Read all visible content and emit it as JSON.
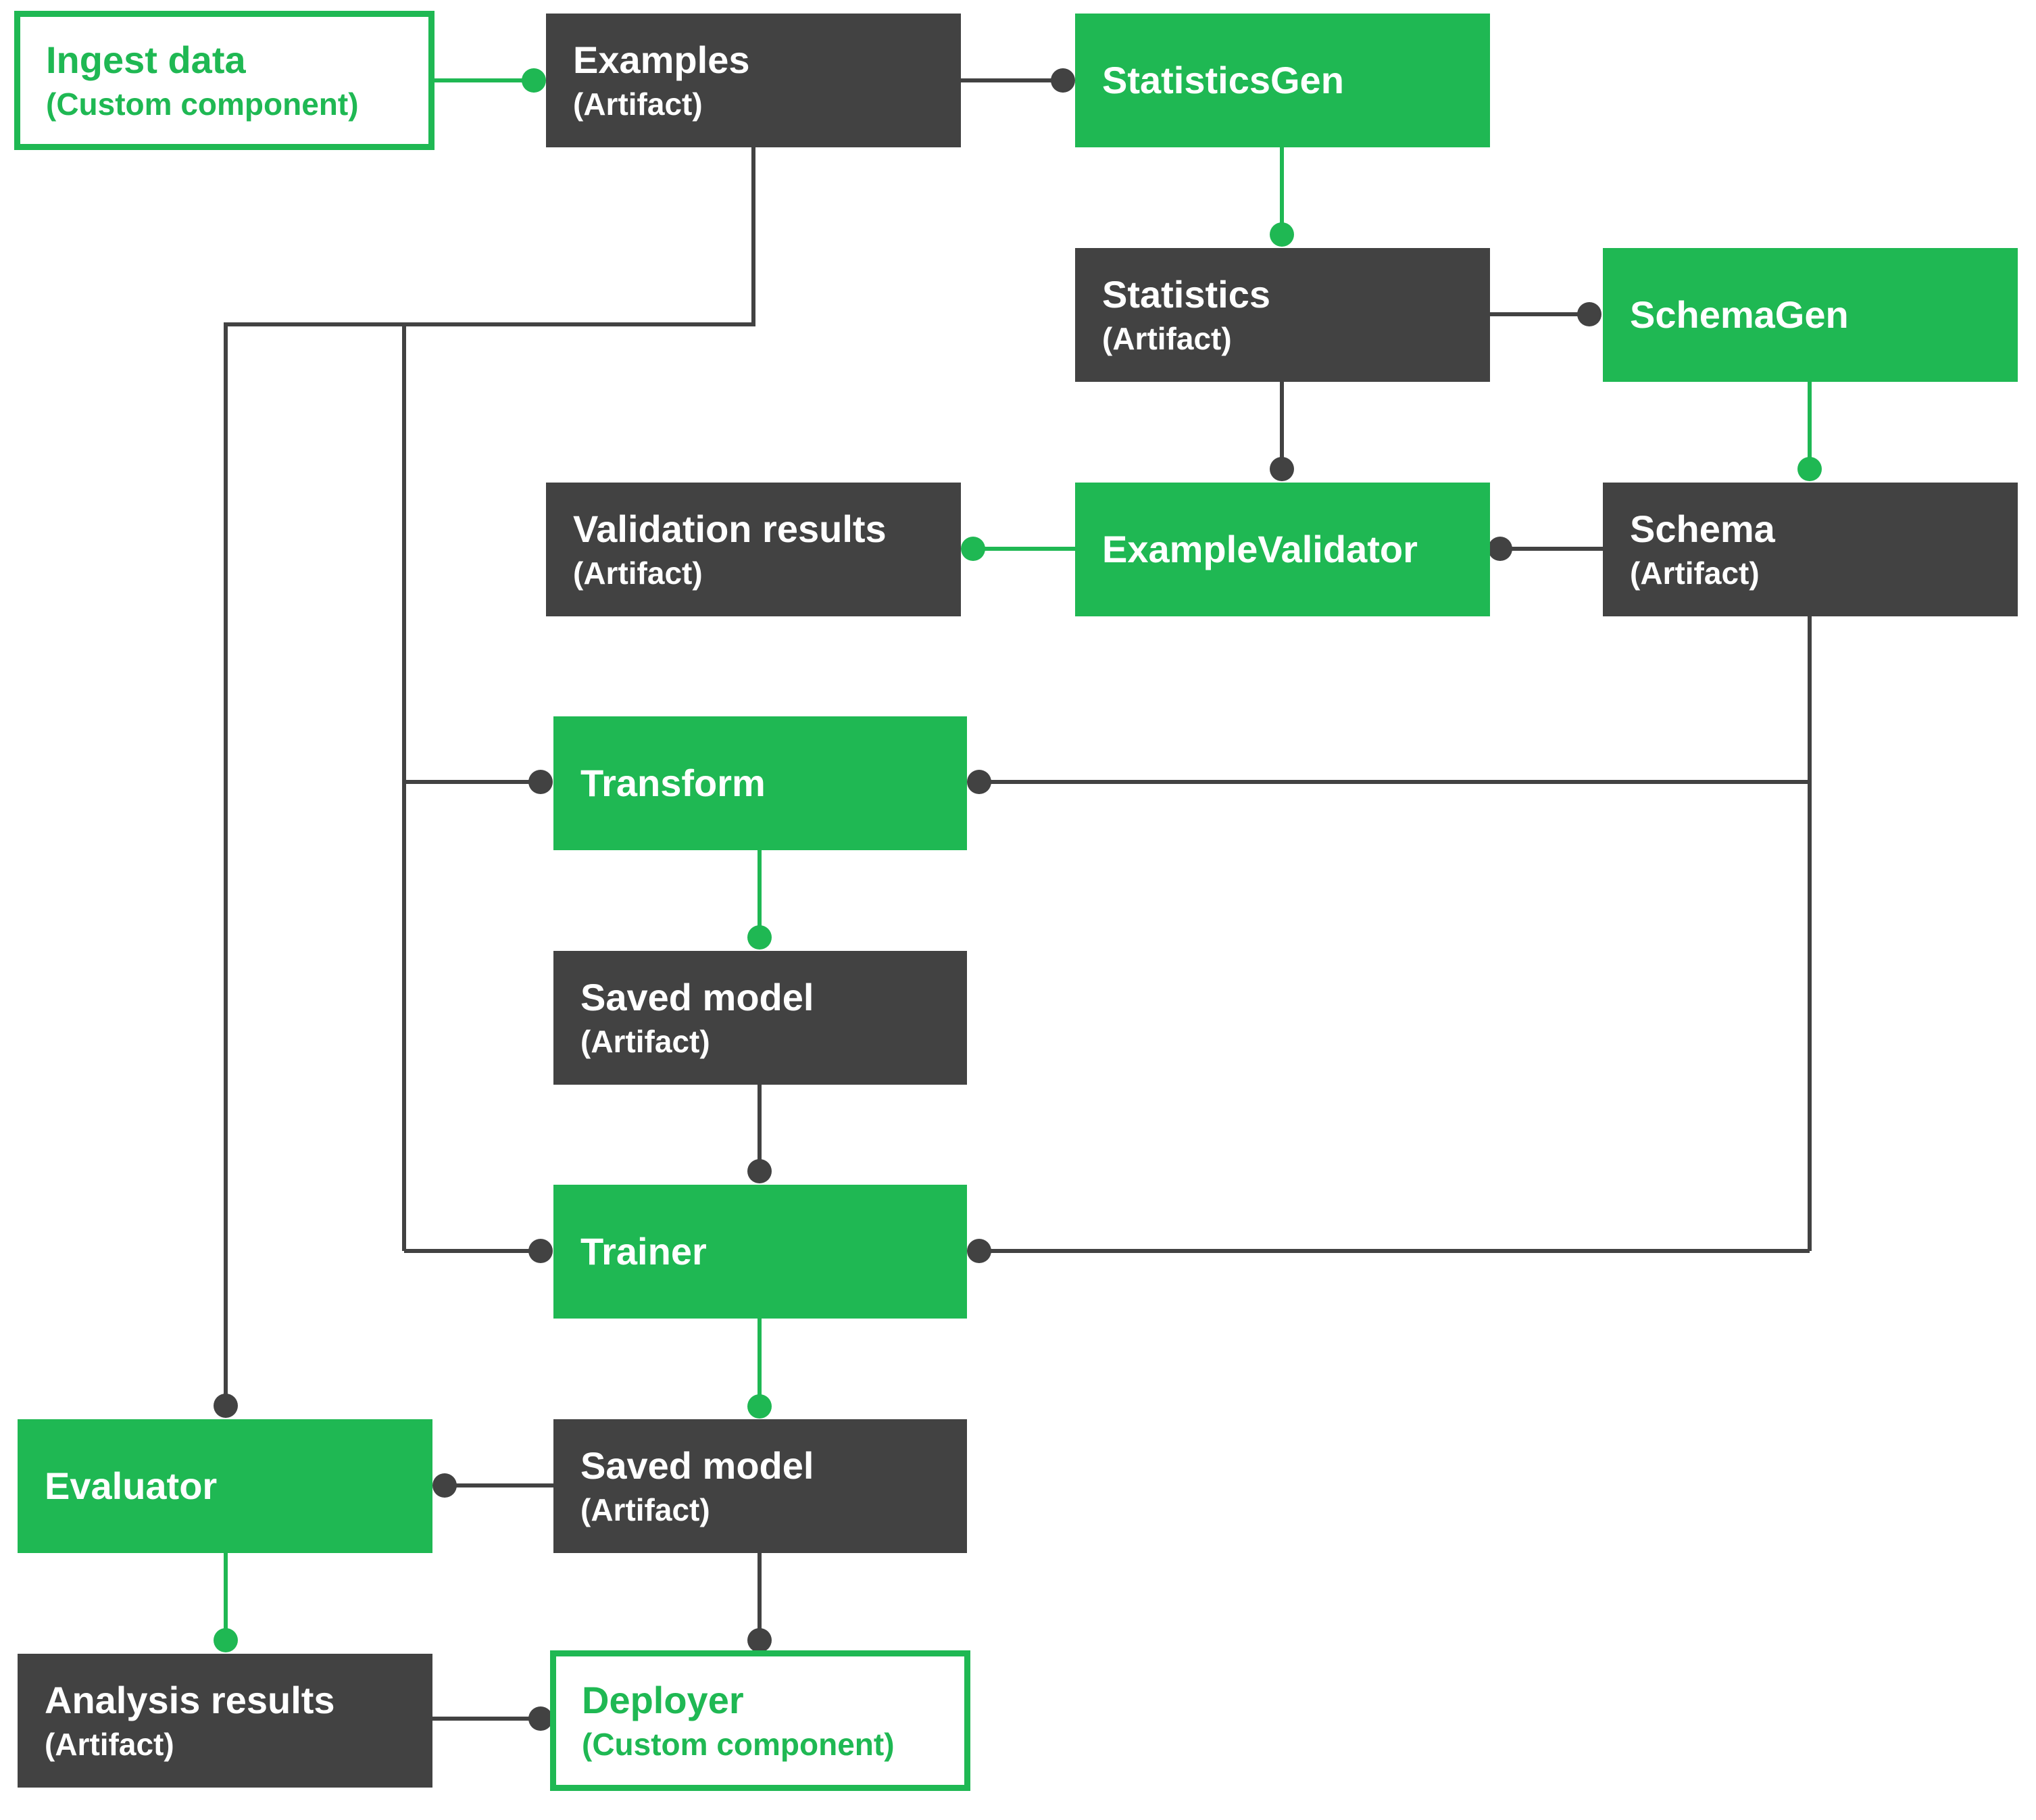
{
  "colors": {
    "green": "#1fb853",
    "dark": "#424242",
    "white": "#ffffff"
  },
  "nodes": {
    "ingest": {
      "title": "Ingest data",
      "sub": "(Custom component)"
    },
    "examples": {
      "title": "Examples",
      "sub": "(Artifact)"
    },
    "statisticsgen": {
      "title": "StatisticsGen"
    },
    "statistics": {
      "title": "Statistics",
      "sub": "(Artifact)"
    },
    "schemagen": {
      "title": "SchemaGen"
    },
    "validation": {
      "title": "Validation results",
      "sub": "(Artifact)"
    },
    "examplevalidator": {
      "title": "ExampleValidator"
    },
    "schema": {
      "title": "Schema",
      "sub": "(Artifact)"
    },
    "transform": {
      "title": "Transform"
    },
    "savedmodel1": {
      "title": "Saved model",
      "sub": "(Artifact)"
    },
    "trainer": {
      "title": "Trainer"
    },
    "evaluator": {
      "title": "Evaluator"
    },
    "savedmodel2": {
      "title": "Saved model",
      "sub": "(Artifact)"
    },
    "analysis": {
      "title": "Analysis results",
      "sub": "(Artifact)"
    },
    "deployer": {
      "title": "Deployer",
      "sub": "(Custom component)"
    }
  }
}
